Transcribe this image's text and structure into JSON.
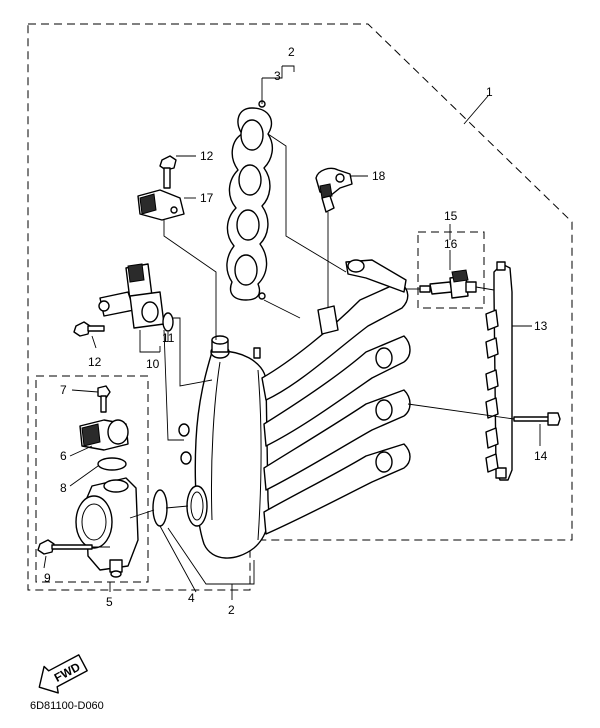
{
  "callouts": {
    "c1": "1",
    "c2_top": "2",
    "c3": "3",
    "c2_bottom": "2",
    "c4": "4",
    "c5": "5",
    "c6": "6",
    "c7": "7",
    "c8": "8",
    "c9": "9",
    "c10": "10",
    "c11": "11",
    "c12_top": "12",
    "c12_mid": "12",
    "c13": "13",
    "c14": "14",
    "c15": "15",
    "c16": "16",
    "c17": "17",
    "c18": "18"
  },
  "fwd_label": "FWD",
  "diagram_code": "6D81100-D060"
}
